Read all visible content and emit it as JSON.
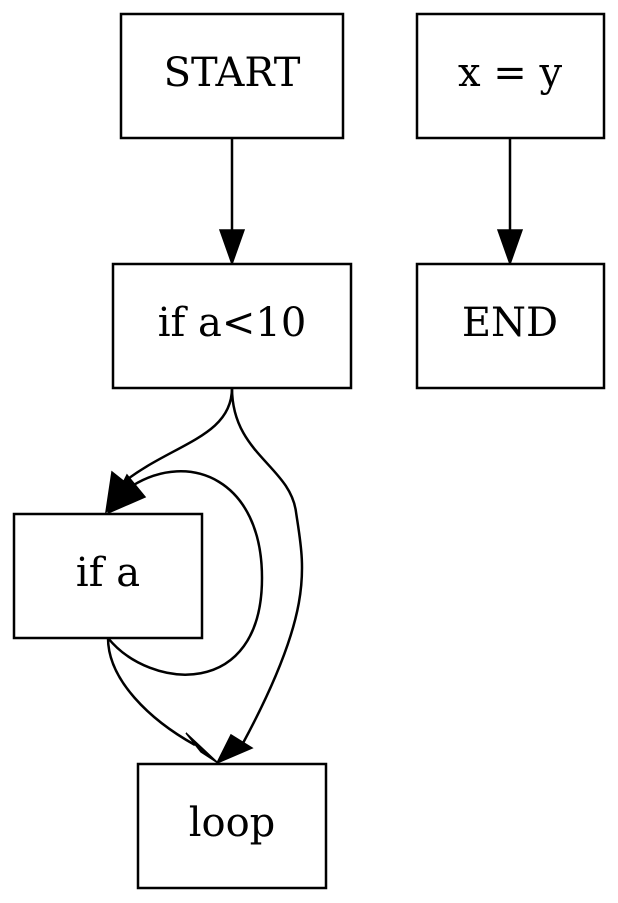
{
  "diagram": {
    "nodes": {
      "start": "START",
      "if_a_lt_10": "if a<10",
      "if_a": "if a",
      "loop": "loop",
      "x_eq_y": "x = y",
      "end": "END"
    },
    "edges": [
      {
        "from": "start",
        "to": "if_a_lt_10"
      },
      {
        "from": "if_a_lt_10",
        "to": "if_a"
      },
      {
        "from": "if_a_lt_10",
        "to": "loop"
      },
      {
        "from": "if_a",
        "to": "if_a"
      },
      {
        "from": "if_a",
        "to": "loop"
      },
      {
        "from": "x_eq_y",
        "to": "end"
      }
    ]
  }
}
